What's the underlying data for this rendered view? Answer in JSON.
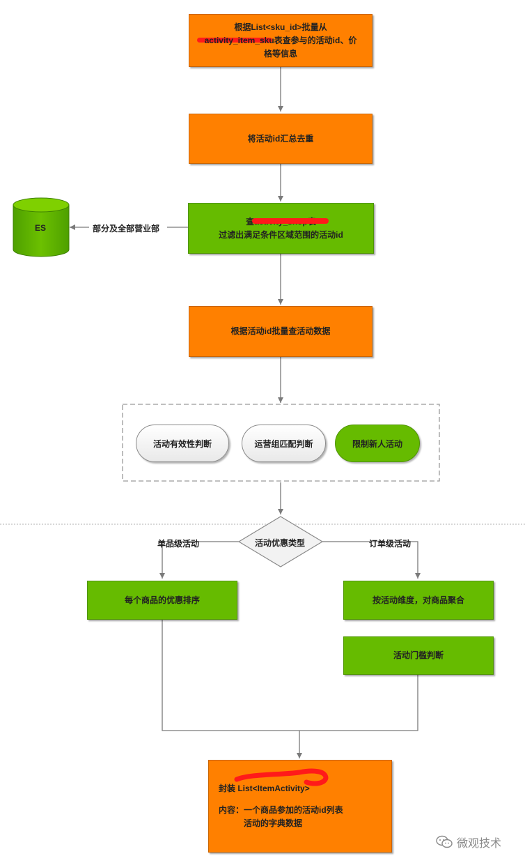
{
  "nodes": {
    "step1": {
      "lines": [
        "根据List<sku_id>批量从",
        "activity_item_sku表查参与的活动id、价",
        "格等信息"
      ]
    },
    "step2": {
      "text": "将活动id汇总去重"
    },
    "step3": {
      "line1": "查activity_shop表",
      "line2": "过滤出满足条件区域范围的活动id"
    },
    "es": {
      "text": "ES"
    },
    "es_edge_label": {
      "text": "部分及全部营业部"
    },
    "step4": {
      "text": "根据活动id批量查活动数据"
    },
    "checks": [
      {
        "text": "活动有效性判断"
      },
      {
        "text": "运营组匹配判断"
      },
      {
        "text": "限制新人活动"
      }
    ],
    "decision": {
      "text": "活动优惠类型"
    },
    "left_branch_label": {
      "text": "单品级活动"
    },
    "right_branch_label": {
      "text": "订单级活动"
    },
    "left_box": {
      "text": "每个商品的优惠排序"
    },
    "right_box1": {
      "text": "按活动维度，对商品聚合"
    },
    "right_box2": {
      "text": "活动门槛判断"
    },
    "final": {
      "line1": "封装 List<ItemActivity>",
      "line2": "内容：一个商品参加的活动id列表",
      "line3": "活动的字典数据"
    }
  },
  "watermark": {
    "text": "微观技术",
    "icon": "wechat-icon"
  },
  "colors": {
    "orange": "#ff8000",
    "green": "#66bb00",
    "redaction": "#ff1a1a"
  }
}
